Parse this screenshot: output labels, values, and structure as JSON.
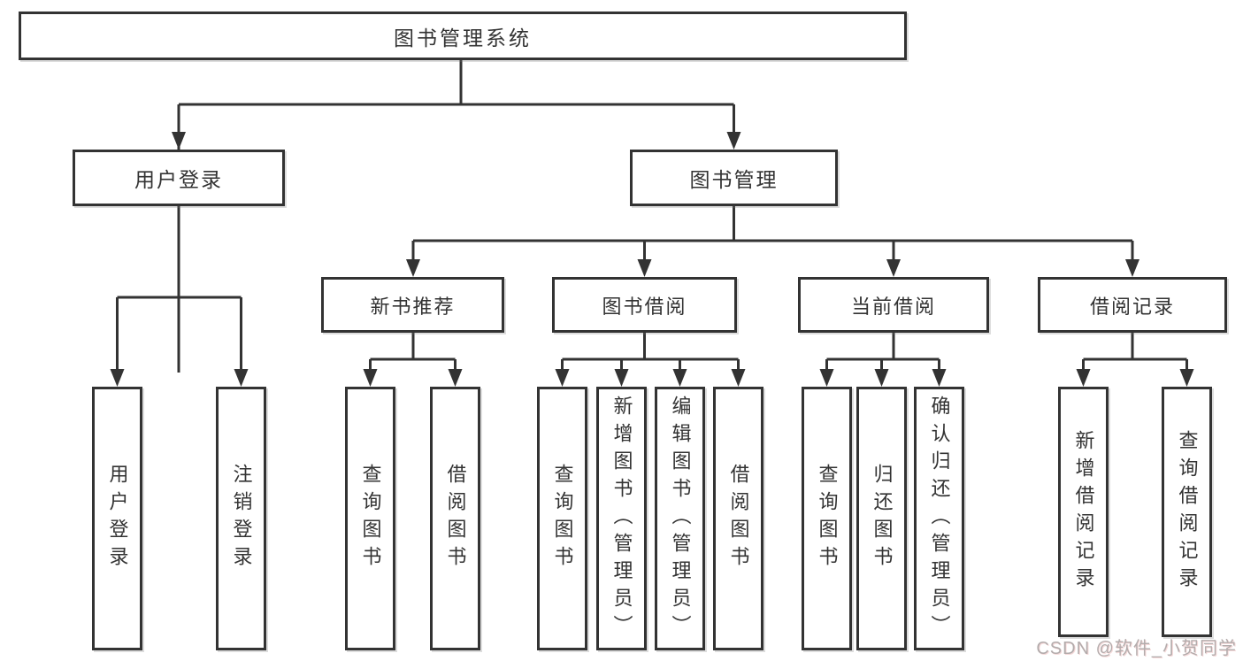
{
  "tree": {
    "root": "图书管理系统",
    "branches": [
      {
        "label": "用户登录",
        "children": [
          "用户登录",
          "注销登录"
        ]
      },
      {
        "label": "图书管理",
        "children": [
          {
            "label": "新书推荐",
            "children": [
              "查询图书",
              "借阅图书"
            ]
          },
          {
            "label": "图书借阅",
            "children": [
              "查询图书",
              "新增图书（管理员）",
              "编辑图书（管理员）",
              "借阅图书"
            ]
          },
          {
            "label": "当前借阅",
            "children": [
              "查询图书",
              "归还图书",
              "确认归还（管理员）"
            ]
          },
          {
            "label": "借阅记录",
            "children": [
              "新增借阅记录",
              "查询借阅记录"
            ]
          }
        ]
      }
    ]
  },
  "watermark": "CSDN @软件_小贺同学",
  "colors": {
    "line": "#333333",
    "box_border": "#333333",
    "text": "#333333",
    "background": "#ffffff",
    "watermark": "#b3acac"
  }
}
